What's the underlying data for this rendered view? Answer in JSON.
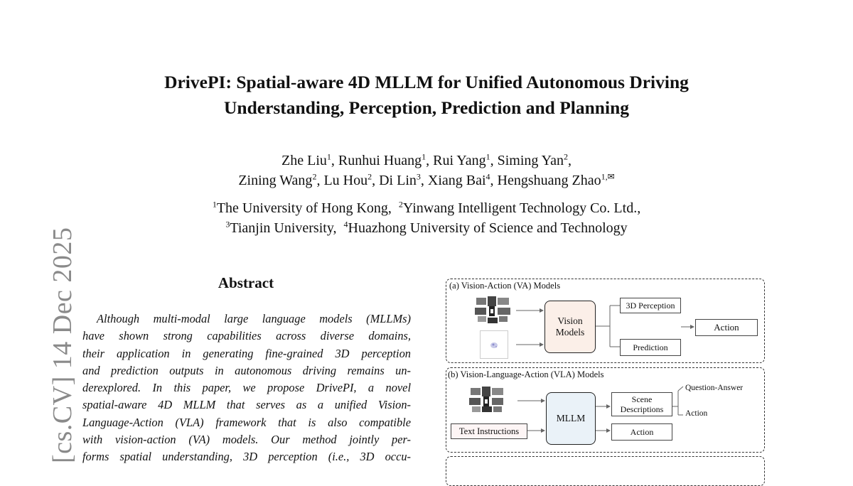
{
  "sidebar": {
    "arxiv_label": "[cs.CV]  14 Dec 2025"
  },
  "paper": {
    "title_line1": "DrivePI: Spatial-aware 4D MLLM for Unified Autonomous Driving",
    "title_line2": "Understanding, Perception, Prediction and Planning",
    "authors_line1": [
      {
        "name": "Zhe Liu",
        "sup": "1",
        "sep": ", "
      },
      {
        "name": "Runhui Huang",
        "sup": "1",
        "sep": ", "
      },
      {
        "name": "Rui Yang",
        "sup": "1",
        "sep": ", "
      },
      {
        "name": "Siming Yan",
        "sup": "2",
        "sep": ","
      }
    ],
    "authors_line2": [
      {
        "name": "Zining Wang",
        "sup": "2",
        "sep": ", "
      },
      {
        "name": "Lu Hou",
        "sup": "2",
        "sep": ", "
      },
      {
        "name": "Di Lin",
        "sup": "3",
        "sep": ", "
      },
      {
        "name": "Xiang Bai",
        "sup": "4",
        "sep": ", "
      },
      {
        "name": "Hengshuang Zhao",
        "sup": "1,✉",
        "sep": ""
      }
    ],
    "affiliations_line1": [
      {
        "sup": "1",
        "name": "The University of Hong Kong",
        "sep": ",  "
      },
      {
        "sup": "2",
        "name": "Yinwang Intelligent Technology Co. Ltd.",
        "sep": ","
      }
    ],
    "affiliations_line2": [
      {
        "sup": "3",
        "name": "Tianjin University",
        "sep": ",  "
      },
      {
        "sup": "4",
        "name": "Huazhong University of Science and Technology",
        "sep": ""
      }
    ],
    "abstract_heading": "Abstract",
    "abstract_lines": [
      "Although multi-modal large language models (MLLMs)",
      "have shown strong capabilities across diverse domains,",
      "their application in generating fine-grained 3D perception",
      "and prediction outputs in autonomous driving remains un-",
      "derexplored.  In this paper, we propose DrivePI, a novel",
      "spatial-aware 4D MLLM that serves as a unified Vision-",
      "Language-Action (VLA) framework that is also compatible",
      "with vision-action (VA) models.  Our method jointly per-",
      "forms spatial understanding, 3D perception (i.e., 3D occu-"
    ]
  },
  "figure": {
    "panel_a": {
      "label": "(a) Vision-Action (VA) Models",
      "model": "Vision Models",
      "out1": "3D Perception",
      "out2": "Prediction",
      "final": "Action"
    },
    "panel_b": {
      "label": "(b) Vision-Language-Action (VLA) Models",
      "model": "MLLM",
      "input_text": "Text Instructions",
      "out1": "Scene Descriptions",
      "out2": "Action",
      "branch1": "Question-Answer",
      "branch2": "Action"
    },
    "colors": {
      "vision_box": "#fbefe8",
      "mllm_box": "#eaf2f8",
      "text_box": "#fdf5f5"
    }
  }
}
